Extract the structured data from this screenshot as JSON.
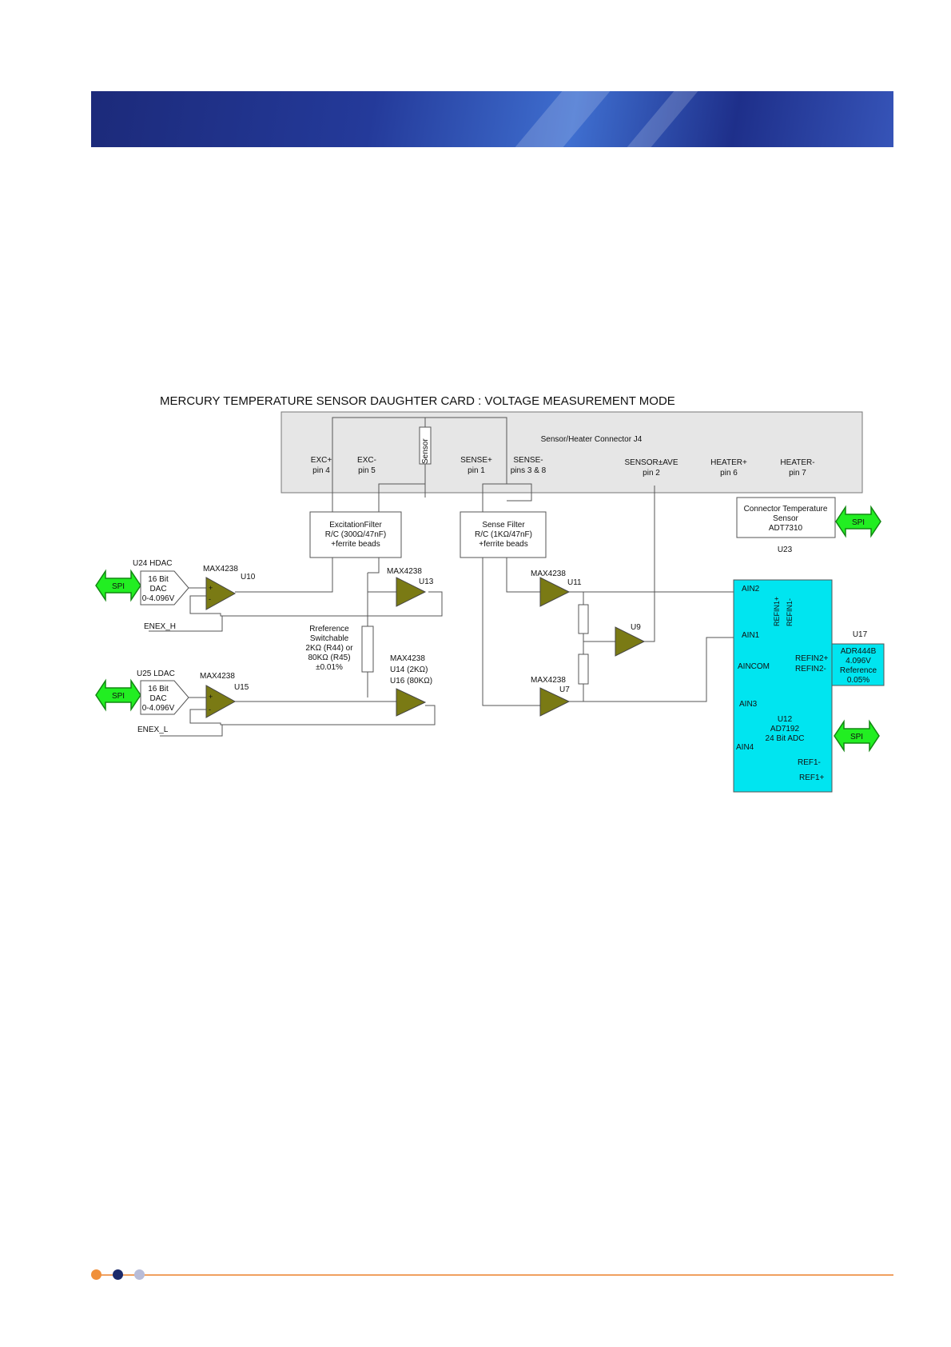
{
  "title": "MERCURY TEMPERATURE SENSOR DAUGHTER CARD : VOLTAGE MEASUREMENT MODE",
  "colors": {
    "amp_fill": "#7a7a14",
    "adc_fill": "#00e5f0",
    "spi_fill": "#22ee22",
    "connector_fill": "#e6e6e6",
    "banner": "#243a9a",
    "footer": "#f0a060"
  },
  "connector": {
    "title": "Sensor/Heater Connector J4",
    "sensor_label": "Sensor",
    "pins": [
      {
        "name": "EXC+",
        "pin": "pin 4"
      },
      {
        "name": "EXC-",
        "pin": "pin 5"
      },
      {
        "name": "SENSE+",
        "pin": "pin 1"
      },
      {
        "name": "SENSE-",
        "pin": "pins 3 & 8"
      },
      {
        "name": "SENSOR±AVE",
        "pin": "pin 2"
      },
      {
        "name": "HEATER+",
        "pin": "pin 6"
      },
      {
        "name": "HEATER-",
        "pin": "pin 7"
      }
    ]
  },
  "excitation_filter": [
    "ExcitationFilter",
    "R/C (300Ω/47nF)",
    "+ferrite beads"
  ],
  "sense_filter": [
    "Sense Filter",
    "R/C (1KΩ/47nF)",
    "+ferrite beads"
  ],
  "temp_sensor": {
    "lines": [
      "Connector Temperature",
      "Sensor",
      "ADT7310"
    ],
    "ref": "U23"
  },
  "spi_label": "SPI",
  "hdac": {
    "name": "U24 HDAC",
    "dac": [
      "16 Bit",
      "DAC",
      "0-4.096V"
    ],
    "enable": "ENEX_H"
  },
  "ldac": {
    "name": "U25 LDAC",
    "dac": [
      "16 Bit",
      "DAC",
      "0-4.096V"
    ],
    "enable": "ENEX_L"
  },
  "amps": {
    "u10": {
      "part": "MAX4238",
      "ref": "U10"
    },
    "u13": {
      "part": "MAX4238",
      "ref": "U13"
    },
    "u15": {
      "part": "MAX4238",
      "ref": "U15"
    },
    "u11": {
      "part": "MAX4238",
      "ref": "U11"
    },
    "u9": {
      "ref": "U9"
    },
    "u7": {
      "part": "MAX4238",
      "ref": "U7"
    },
    "u14_16": [
      "MAX4238",
      "U14 (2KΩ)",
      "U16 (80KΩ)"
    ]
  },
  "reference_resistor": [
    "Rreference",
    "Switchable",
    "2KΩ (R44) or",
    "80KΩ (R45)",
    "±0.01%"
  ],
  "adc": {
    "pins_left": [
      "AIN2",
      "AIN1",
      "AINCOM",
      "AIN3",
      "AIN4"
    ],
    "refin": [
      "REFIN1+",
      "REFIN1-"
    ],
    "ref2": [
      "REFIN2+",
      "REFIN2-"
    ],
    "body": [
      "U12",
      "AD7192",
      "24 Bit ADC"
    ],
    "ref1": [
      "REF1-",
      "REF1+"
    ]
  },
  "voltage_ref": {
    "ref": "U17",
    "lines": [
      "ADR444B",
      "4.096V",
      "Reference",
      "0.05%"
    ]
  }
}
